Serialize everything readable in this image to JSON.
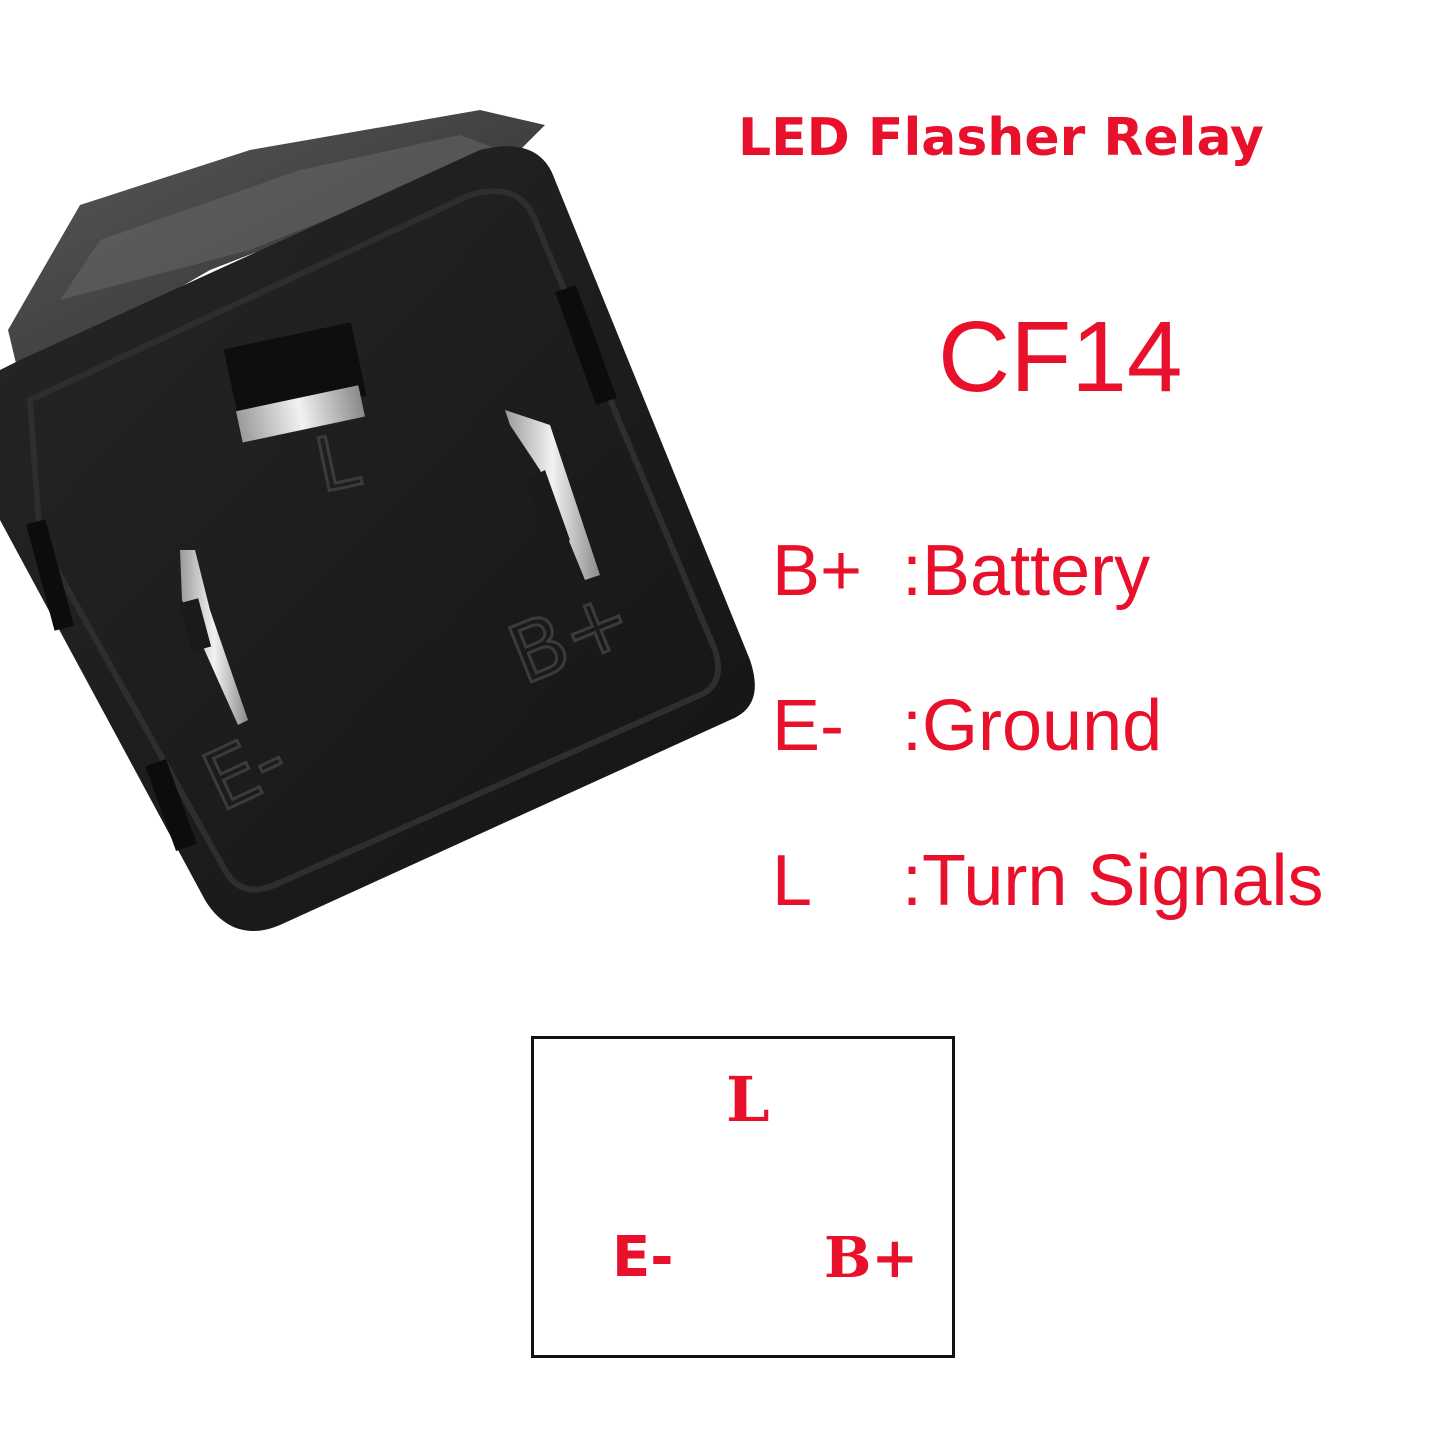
{
  "title": "LED Flasher Relay",
  "model": "CF14",
  "pins": [
    {
      "code": "B+",
      "desc": ":Battery"
    },
    {
      "code": "E-",
      "desc": ":Ground"
    },
    {
      "code": "L",
      "desc": ":Turn Signals"
    }
  ],
  "diagram": {
    "top": "L",
    "left": "E-",
    "right": "B+"
  },
  "relay_markings": {
    "l": "L",
    "b": "B+",
    "e": "E-"
  },
  "colors": {
    "accent": "#e8102a",
    "relay_body": "#1a1a1a",
    "border": "#111111"
  }
}
